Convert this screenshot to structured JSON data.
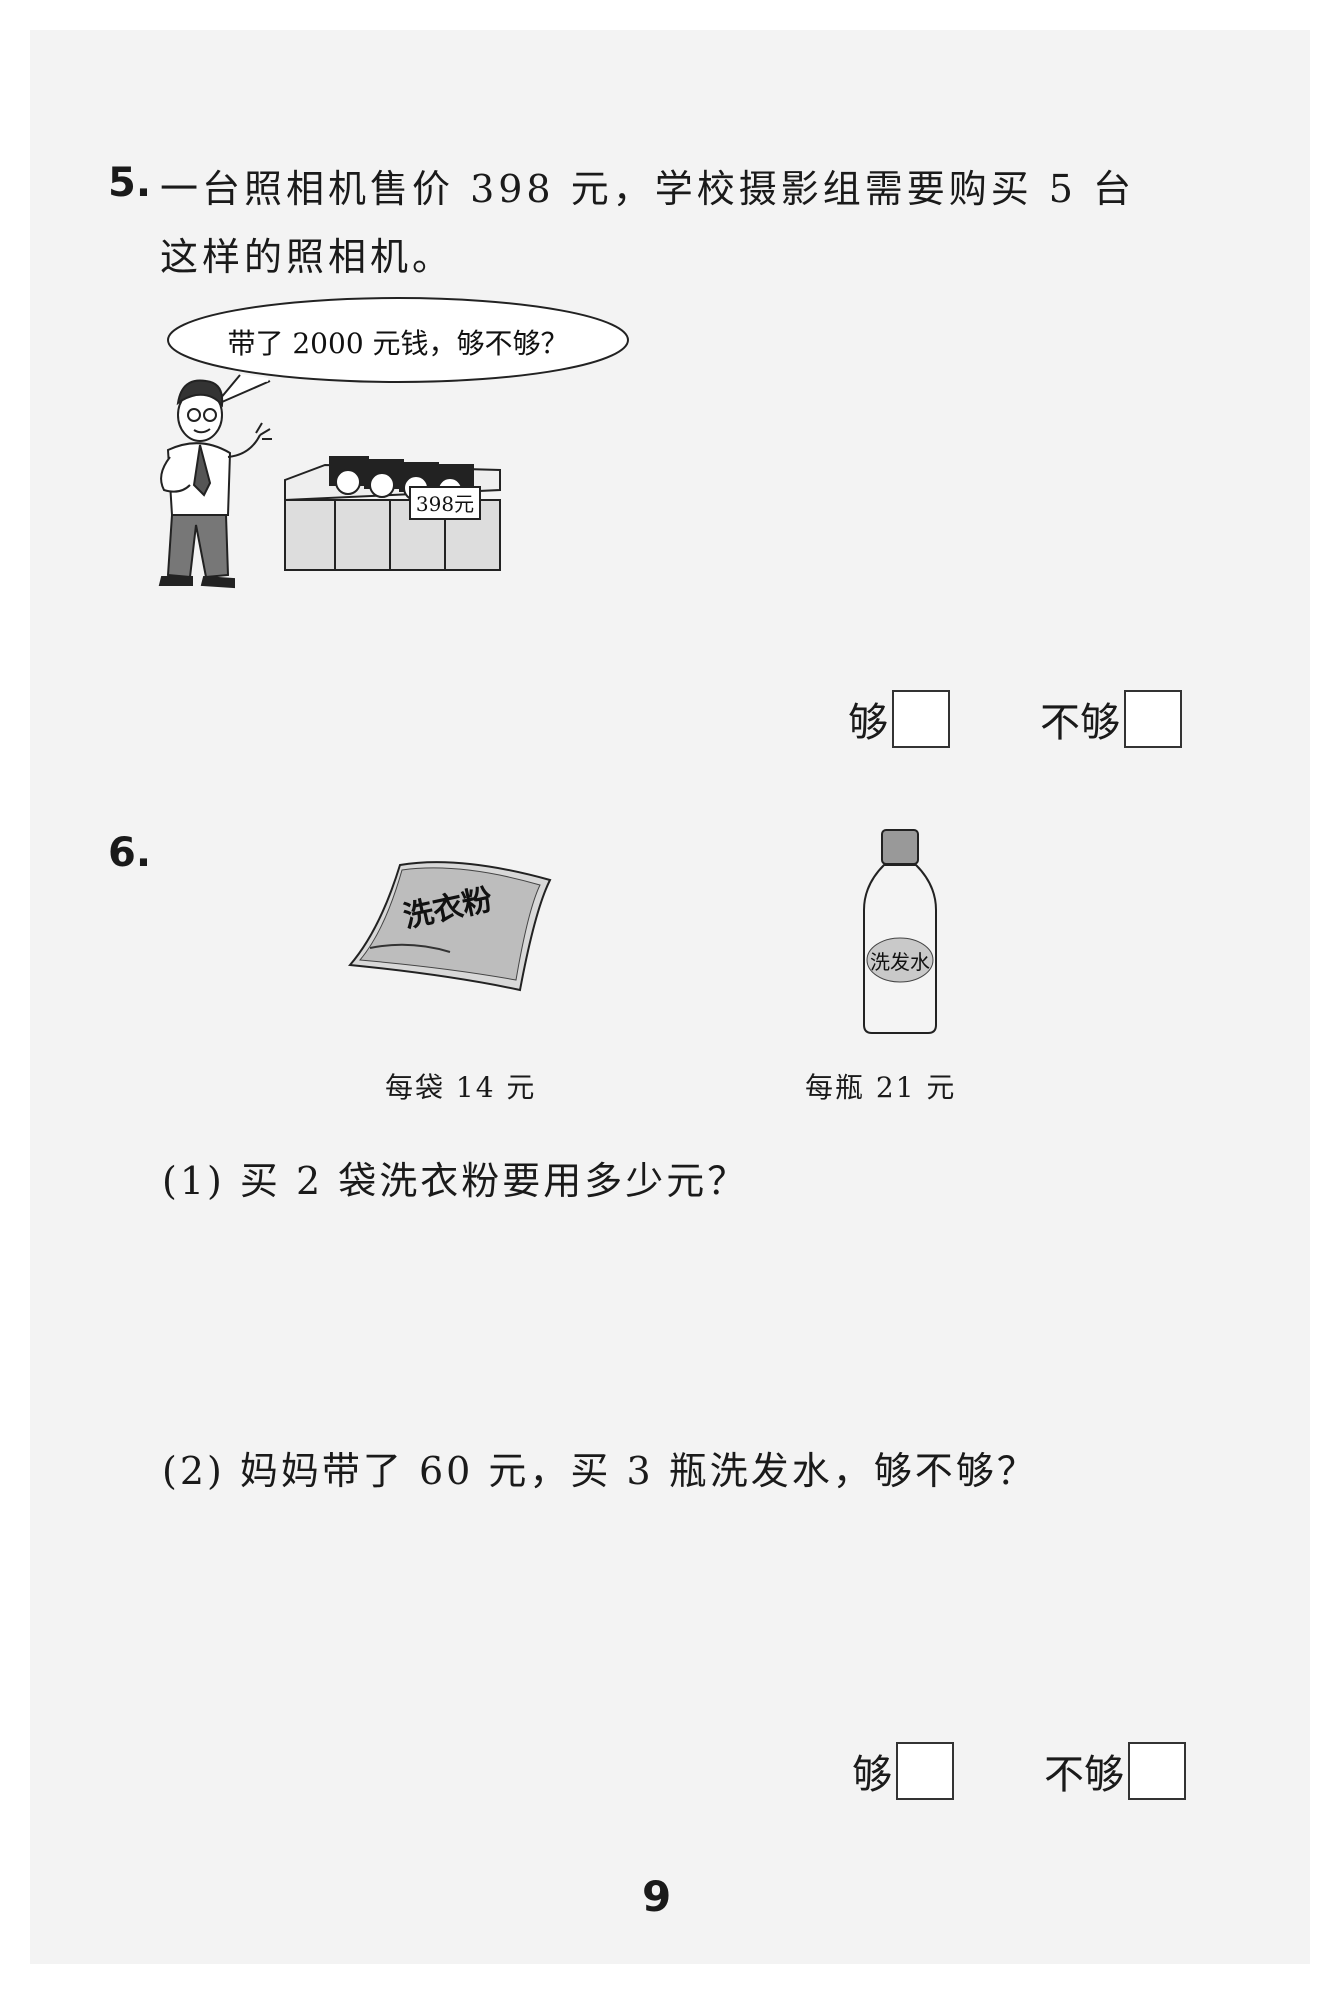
{
  "q5": {
    "number": "5.",
    "line1": "一台照相机售价 398 元，学校摄影组需要购买 5 台",
    "line2": "这样的照相机。",
    "speech": "带了 2000 元钱，够不够？",
    "price_tag": "398元",
    "choice_enough": "够",
    "choice_not_enough": "不够"
  },
  "q6": {
    "number": "6.",
    "powder_label": "洗衣粉",
    "shampoo_label": "洗发水",
    "powder_caption": "每袋 14 元",
    "shampoo_caption": "每瓶 21 元",
    "sub1": "(1) 买 2 袋洗衣粉要用多少元？",
    "sub2": "(2) 妈妈带了 60 元，买 3 瓶洗发水，够不够？",
    "choice_enough": "够",
    "choice_not_enough": "不够"
  },
  "page_number": "9"
}
